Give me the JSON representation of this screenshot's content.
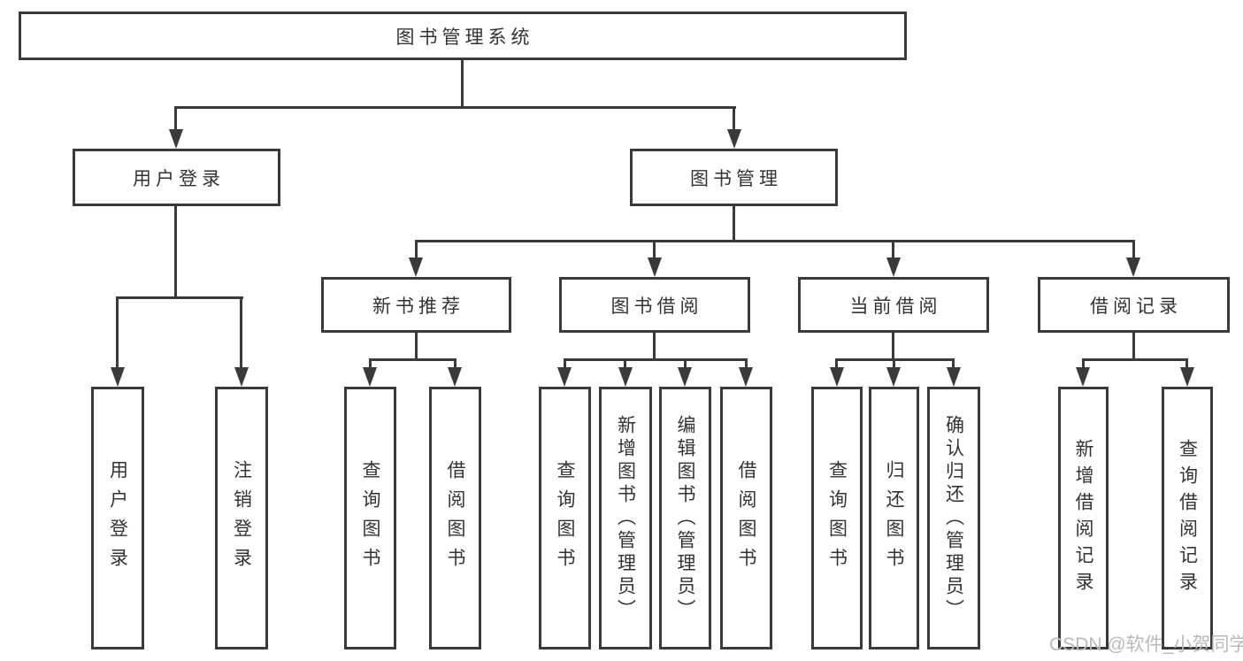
{
  "diagram": {
    "root": {
      "label": "图书管理系统"
    },
    "user_login": {
      "label": "用户登录",
      "children": [
        {
          "label": "用户登录"
        },
        {
          "label": "注销登录"
        }
      ]
    },
    "book_mgmt": {
      "label": "图书管理",
      "children": [
        {
          "label": "新书推荐",
          "children": [
            {
              "label": "查询图书"
            },
            {
              "label": "借阅图书"
            }
          ]
        },
        {
          "label": "图书借阅",
          "children": [
            {
              "label": "查询图书"
            },
            {
              "label": "新增图书（管理员）"
            },
            {
              "label": "编辑图书（管理员）"
            },
            {
              "label": "借阅图书"
            }
          ]
        },
        {
          "label": "当前借阅",
          "children": [
            {
              "label": "查询图书"
            },
            {
              "label": "归还图书"
            },
            {
              "label": "确认归还（管理员）"
            }
          ]
        },
        {
          "label": "借阅记录",
          "children": [
            {
              "label": "新增借阅记录"
            },
            {
              "label": "查询借阅记录"
            }
          ]
        }
      ]
    }
  },
  "watermark": {
    "text": "CSDN @软件_小贺同学"
  },
  "colors": {
    "line": "#3a3a3a",
    "text": "#333333",
    "watermark": "#b9b9b9",
    "background": "#ffffff"
  }
}
